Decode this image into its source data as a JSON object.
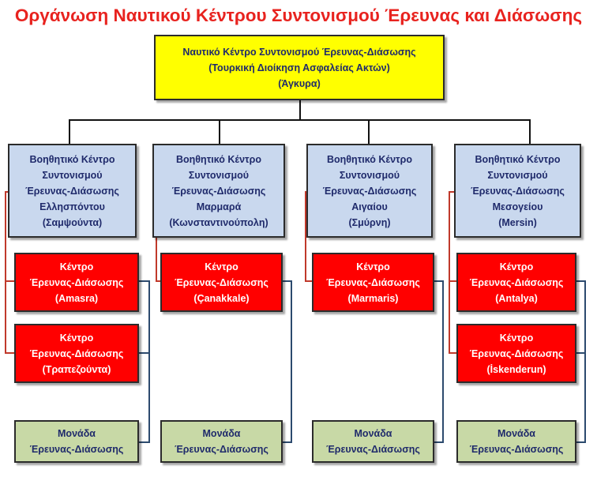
{
  "title": "Οργάνωση Ναυτικού Κέντρου Συντονισμού Έρευνας και Διάσωσης",
  "hq": {
    "line1": "Ναυτικό Κέντρο Συντονισμού Έρευνας-Διάσωσης",
    "line2": "(Τουρκική Διοίκηση Ασφαλείας Ακτών)",
    "line3": "(Άγκυρα)"
  },
  "sub_centers": [
    {
      "l1": "Βοηθητικό Κέντρο",
      "l2": "Συντονισμού",
      "l3": "Έρευνας-Διάσωσης",
      "l4": "Ελλησπόντου",
      "l5": "(Σαμψούντα)"
    },
    {
      "l1": "Βοηθητικό Κέντρο",
      "l2": "Συντονισμού",
      "l3": "Έρευνας-Διάσωσης",
      "l4": "Μαρμαρά",
      "l5": "(Κωνσταντινούπολη)"
    },
    {
      "l1": "Βοηθητικό Κέντρο",
      "l2": "Συντονισμού",
      "l3": "Έρευνας-Διάσωσης",
      "l4": "Αιγαίου",
      "l5": "(Σμύρνη)"
    },
    {
      "l1": "Βοηθητικό Κέντρο",
      "l2": "Συντονισμού",
      "l3": "Έρευνας-Διάσωσης",
      "l4": "Μεσογείου",
      "l5": "(Mersin)"
    }
  ],
  "rescue_centers": [
    {
      "l1": "Κέντρο",
      "l2": "Έρευνας-Διάσωσης",
      "l3": "(Amasra)"
    },
    {
      "l1": "Κέντρο",
      "l2": "Έρευνας-Διάσωσης",
      "l3": "(Τραπεζούντα)"
    },
    {
      "l1": "Κέντρο",
      "l2": "Έρευνας-Διάσωσης",
      "l3": "(Çanakkale)"
    },
    {
      "l1": "Κέντρο",
      "l2": "Έρευνας-Διάσωσης",
      "l3": "(Marmaris)"
    },
    {
      "l1": "Κέντρο",
      "l2": "Έρευνας-Διάσωσης",
      "l3": "(Antalya)"
    },
    {
      "l1": "Κέντρο",
      "l2": "Έρευνας-Διάσωσης",
      "l3": "(İskenderun)"
    }
  ],
  "units": [
    {
      "l1": "Μονάδα",
      "l2": "Έρευνας-Διάσωσης"
    },
    {
      "l1": "Μονάδα",
      "l2": "Έρευνας-Διάσωσης"
    },
    {
      "l1": "Μονάδα",
      "l2": "Έρευνας-Διάσωσης"
    },
    {
      "l1": "Μονάδα",
      "l2": "Έρευνας-Διάσωσης"
    }
  ],
  "colors": {
    "title": "#e8231f",
    "hq_fill": "#ffff00",
    "sub_fill": "#c9d8ee",
    "rescue_fill": "#ff0000",
    "unit_fill": "#c8d9a6",
    "text_dark": "#1f2a6b"
  }
}
